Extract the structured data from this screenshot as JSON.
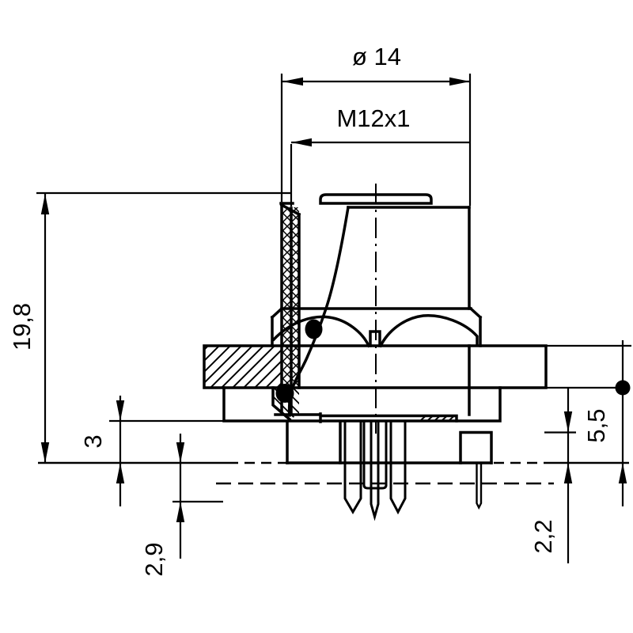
{
  "drawing": {
    "kind": "technical-section-drawing",
    "background_color": "#ffffff",
    "line_color": "#000000",
    "labels": {
      "diameter": "ø 14",
      "thread": "M12x1",
      "overall_height": "19,8",
      "flange_to_board": "3",
      "pin_protrusion": "2,9",
      "panel_to_board": "5,5",
      "step_height": "2,2"
    }
  }
}
